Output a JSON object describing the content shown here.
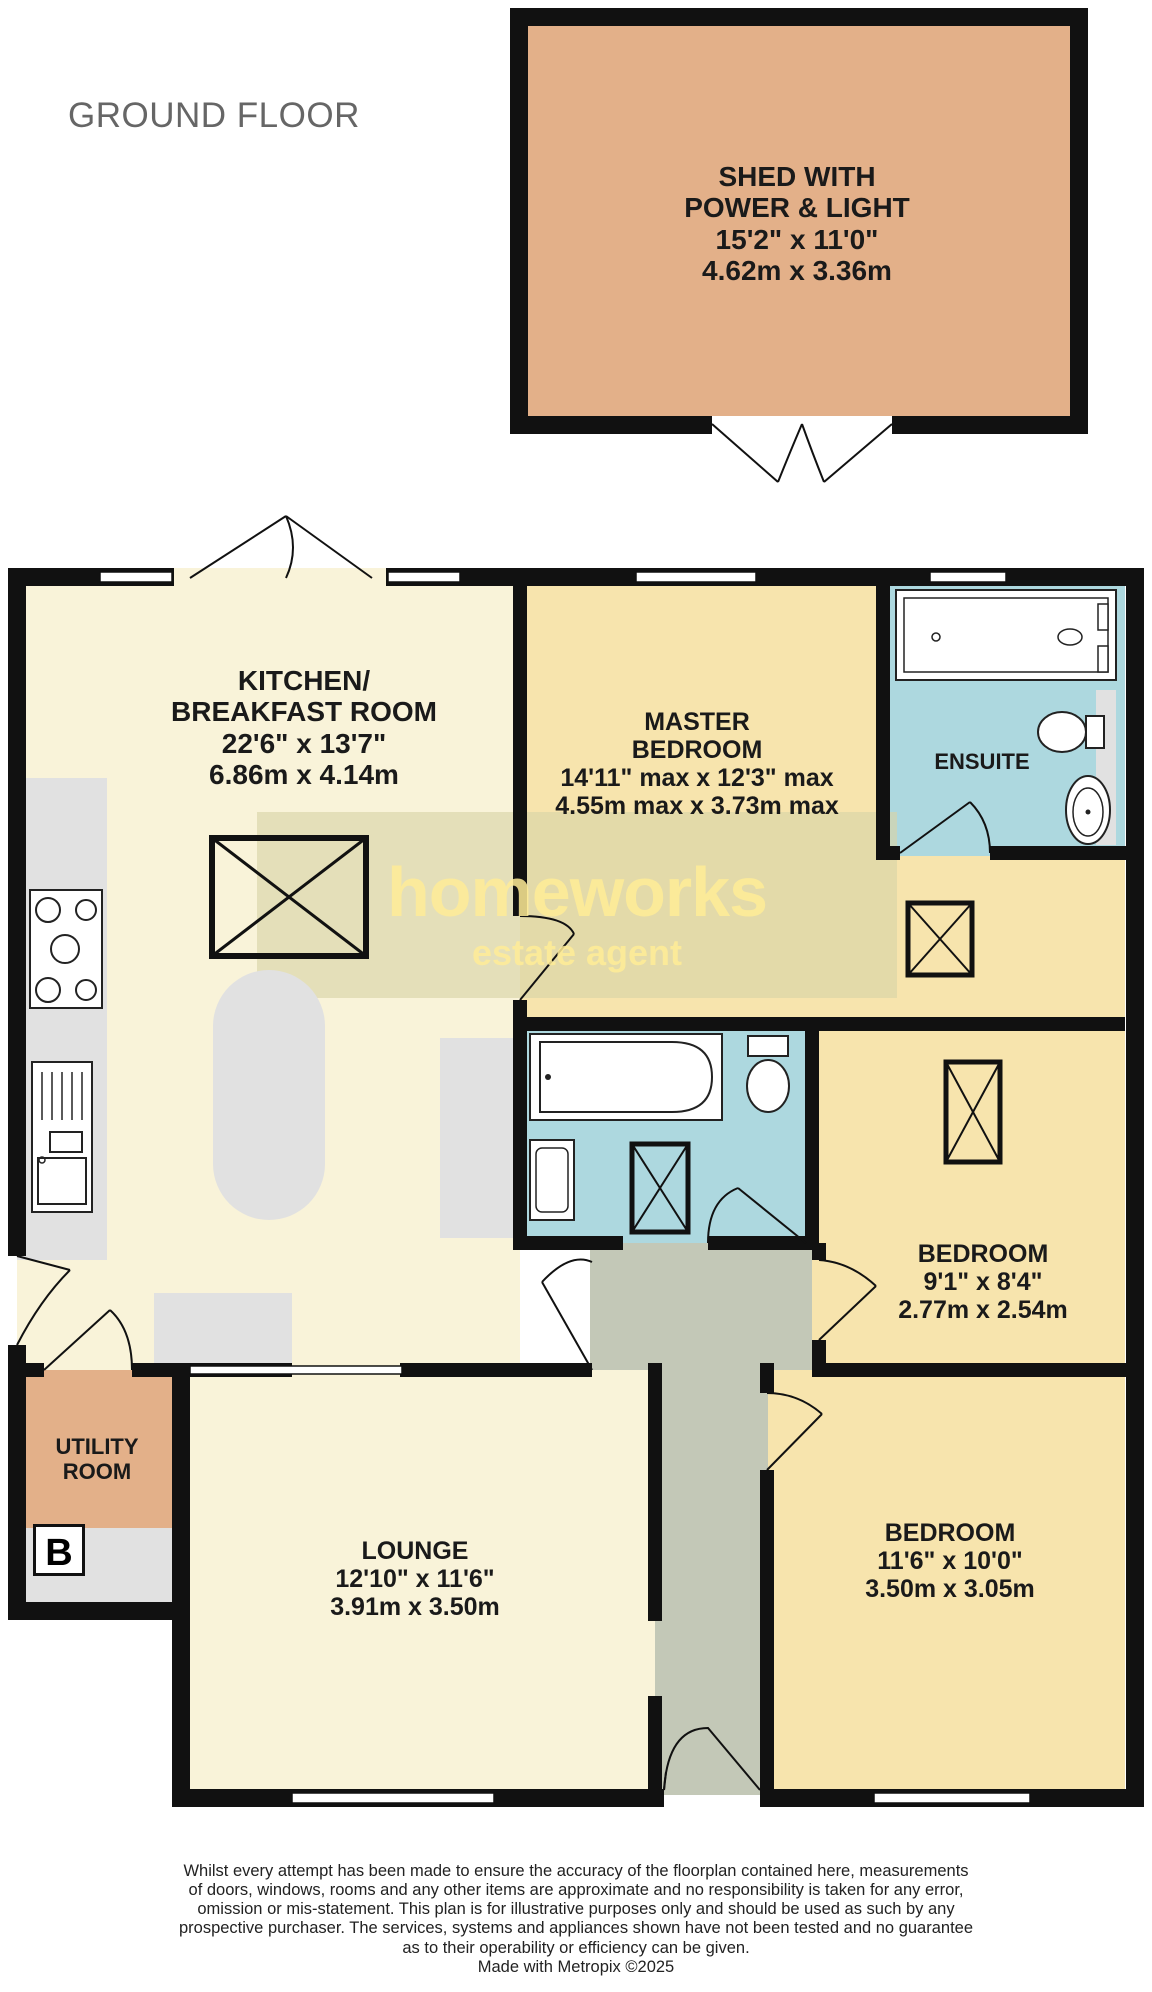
{
  "floor_title": "GROUND FLOOR",
  "rooms": {
    "shed": {
      "lines": [
        "SHED WITH",
        "POWER & LIGHT",
        "15'2\"  x 11'0\"",
        "4.62m  x 3.36m"
      ],
      "fill": "#e3b089"
    },
    "kitchen": {
      "lines": [
        "KITCHEN/",
        "BREAKFAST ROOM",
        "22'6\"  x 13'7\"",
        "6.86m  x 4.14m"
      ],
      "fill": "#f9f3d9"
    },
    "master_bedroom": {
      "lines": [
        "MASTER",
        "BEDROOM",
        "14'11\" max x 12'3\" max",
        "4.55m max x 3.73m max"
      ],
      "fill": "#f7e4ad"
    },
    "ensuite": {
      "lines": [
        "ENSUITE"
      ],
      "fill": "#add8df"
    },
    "bedroom_small": {
      "lines": [
        "BEDROOM",
        "9'1\"  x 8'4\"",
        "2.77m  x 2.54m"
      ],
      "fill": "#f7e4ad"
    },
    "utility": {
      "lines": [
        "UTILITY",
        "ROOM"
      ],
      "fill": "#e3b089"
    },
    "lounge": {
      "lines": [
        "LOUNGE",
        "12'10\"  x 11'6\"",
        "3.91m  x 3.50m"
      ],
      "fill": "#f9f3d9"
    },
    "bedroom_large": {
      "lines": [
        "BEDROOM",
        "11'6\"  x 10'0\"",
        "3.50m  x 3.05m"
      ],
      "fill": "#f7e4ad"
    },
    "bathroom": {
      "fill": "#add8df"
    },
    "hallway": {
      "fill": "#c3c8b7"
    }
  },
  "boiler_label": "B",
  "watermark": {
    "main": "homeworks",
    "sub": "estate agent"
  },
  "disclaimer_lines": [
    "Whilst every attempt has been made to ensure the accuracy of the floorplan contained here, measurements",
    "of doors, windows, rooms and any other items are approximate and no responsibility is taken for any error,",
    "omission or mis-statement. This plan is for illustrative purposes only and should be used as such by any",
    "prospective purchaser. The services, systems and appliances shown have not been tested and no guarantee",
    "as to their operability or efficiency can be given.",
    "Made with Metropix ©2025"
  ],
  "colors": {
    "wall": "#111111",
    "fixture": "#e1e1e1",
    "watermark_band": "#d9d4a8"
  }
}
